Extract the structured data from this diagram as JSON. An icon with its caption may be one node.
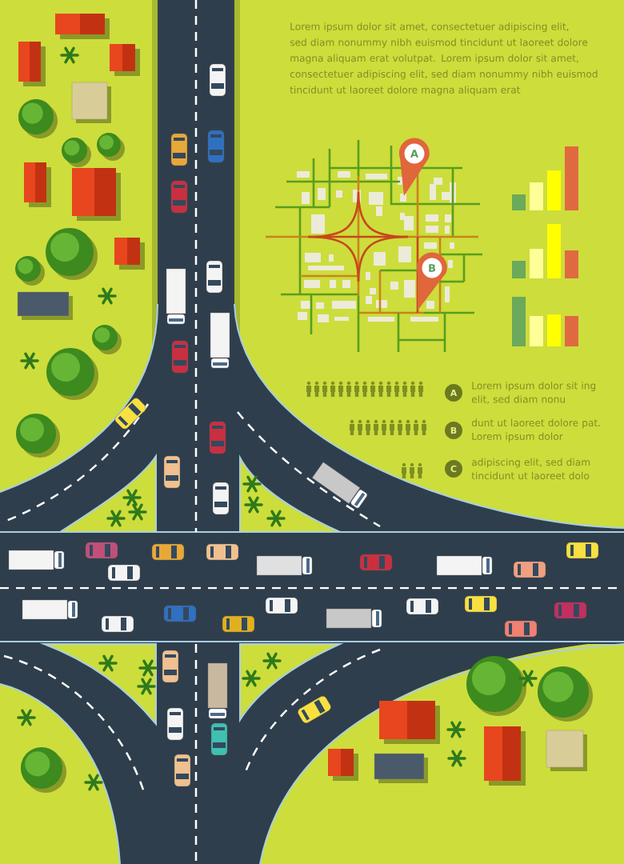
{
  "diagram": {
    "nodes": [
      {
        "text": [
          "A"
        ]
      },
      {
        "text": [
          "B"
        ]
      },
      {
        "text": [
          "A"
        ],
        "beside": [
          "Lorem ipsum dolor sit ing elit, sed diam nonu"
        ]
      },
      {
        "text": [
          "B"
        ],
        "beside": [
          "dunt ut laoreet dolore pat. Lorem ipsum dolor"
        ]
      },
      {
        "text": [
          "C"
        ],
        "beside": [
          "adipiscing elit, sed diam tincidunt ut laoreet dolo"
        ]
      }
    ],
    "labels": [
      "Lorem ipsum dolor sit amet, consectetuer adipiscing elit, sed diam nonummy nibh euismod tincidunt ut laoreet dolore magna aliquam erat volutpat. Lorem ipsum dolor sit amet, consectetuer adipiscing elit, sed diam nonummy nibh euismod tincidunt ut laoreet dolore magna aliquam erat"
    ]
  }
}
